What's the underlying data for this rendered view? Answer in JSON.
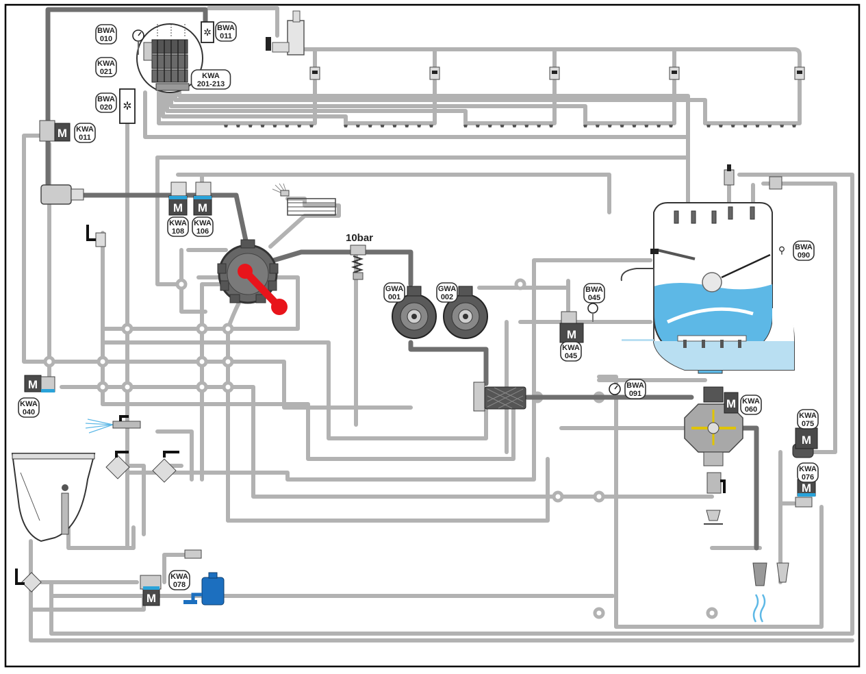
{
  "pressure_label": "10bar",
  "labels": {
    "bwa010": [
      "BWA",
      "010"
    ],
    "bwa011": [
      "BWA",
      "011"
    ],
    "kwa021": [
      "KWA",
      "021"
    ],
    "kwa201": [
      "KWA",
      "201-213"
    ],
    "bwa020": [
      "BWA",
      "020"
    ],
    "kwa011": [
      "KWA",
      "011"
    ],
    "kwa108": [
      "KWA",
      "108"
    ],
    "kwa106": [
      "KWA",
      "106"
    ],
    "gwa001": [
      "GWA",
      "001"
    ],
    "gwa002": [
      "GWA",
      "002"
    ],
    "bwa045": [
      "BWA",
      "045"
    ],
    "kwa045": [
      "KWA",
      "045"
    ],
    "bwa090": [
      "BWA",
      "090"
    ],
    "bwa091": [
      "BWA",
      "091"
    ],
    "kwa060": [
      "KWA",
      "060"
    ],
    "kwa075": [
      "KWA",
      "075"
    ],
    "kwa076": [
      "KWA",
      "076"
    ],
    "kwa040": [
      "KWA",
      "040"
    ],
    "kwa078": [
      "KWA",
      "078"
    ]
  },
  "motor_letter": "M",
  "colors": {
    "pipe": "#b2b2b2",
    "pipe_dark": "#6f6f6f",
    "water": "#5db8e6",
    "handle": "#e8141b",
    "frame": "#000000"
  },
  "icons": [
    "fan-icon",
    "gauge-icon",
    "motor-icon",
    "pump-icon",
    "nozzle-icon",
    "tank-icon",
    "filter-icon",
    "hand-wash-icon",
    "canister-icon"
  ]
}
